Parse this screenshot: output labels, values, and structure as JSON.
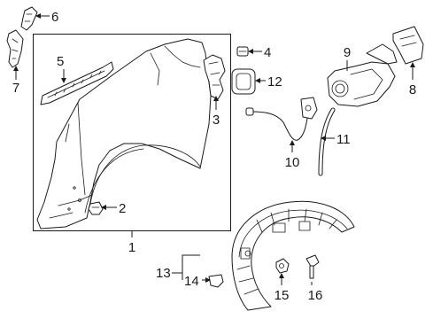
{
  "diagram": {
    "callouts": [
      {
        "id": "c1",
        "label": "1"
      },
      {
        "id": "c2",
        "label": "2"
      },
      {
        "id": "c3",
        "label": "3"
      },
      {
        "id": "c4",
        "label": "4"
      },
      {
        "id": "c5",
        "label": "5"
      },
      {
        "id": "c6",
        "label": "6"
      },
      {
        "id": "c7",
        "label": "7"
      },
      {
        "id": "c8",
        "label": "8"
      },
      {
        "id": "c9",
        "label": "9"
      },
      {
        "id": "c10",
        "label": "10"
      },
      {
        "id": "c11",
        "label": "11"
      },
      {
        "id": "c12",
        "label": "12"
      },
      {
        "id": "c13",
        "label": "13"
      },
      {
        "id": "c14",
        "label": "14"
      },
      {
        "id": "c15",
        "label": "15"
      },
      {
        "id": "c16",
        "label": "16"
      }
    ],
    "colors": {
      "line": "#1a1a1a",
      "background": "#ffffff"
    }
  }
}
